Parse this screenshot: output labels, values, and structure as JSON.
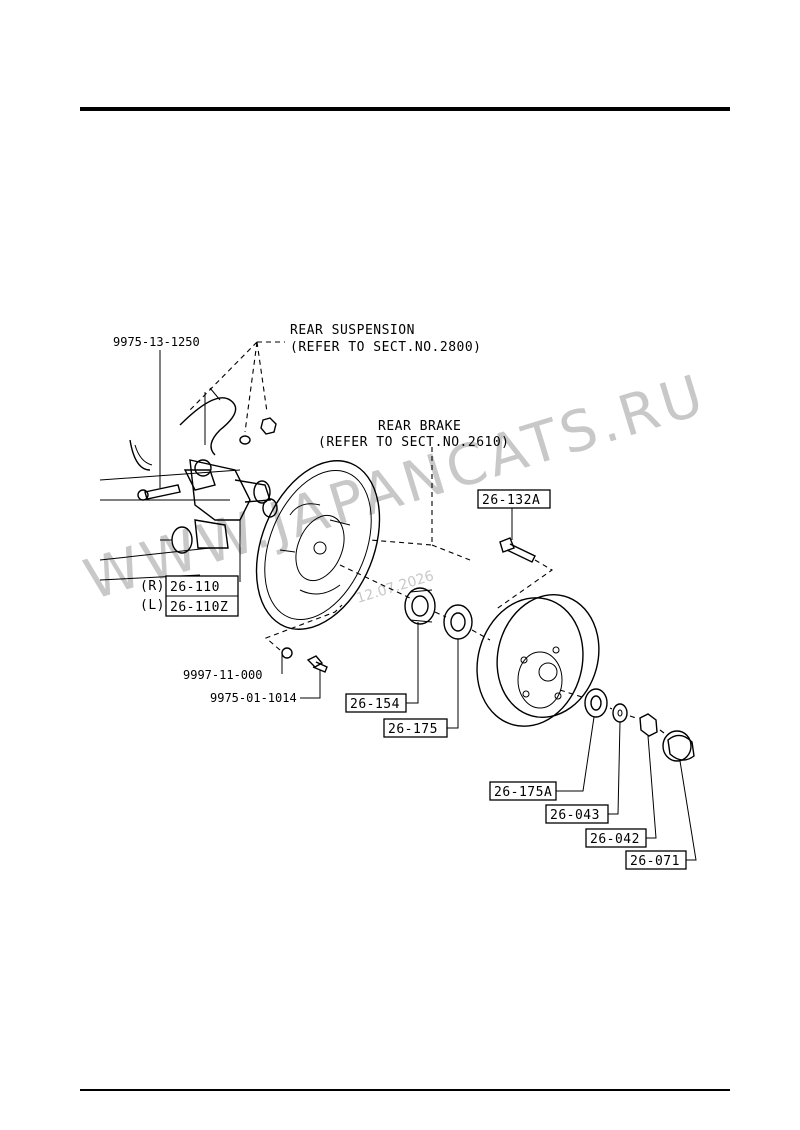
{
  "watermark": {
    "text": "WWW.JAPANCATS.RU",
    "date": "12.07.2026"
  },
  "notes": {
    "rear_suspension": {
      "line1": "REAR SUSPENSION",
      "line2": "(REFER TO SECT.NO.2800)"
    },
    "rear_brake": {
      "line1": "REAR BRAKE",
      "line2": "(REFER TO SECT.NO.2610)"
    }
  },
  "parts": {
    "bolt_top": "9975-13-1250",
    "knuckle_r_prefix": "(R)",
    "knuckle_l_prefix": "(L)",
    "knuckle_r": "26-110",
    "knuckle_l": "26-110Z",
    "washer": "9997-11-000",
    "bolt_bottom": "9975-01-1014",
    "hub_bolt": "26-132A",
    "inner_bearing": "26-154",
    "seal": "26-175",
    "outer_bearing": "26-175A",
    "washer_outer": "26-043",
    "nut": "26-042",
    "cap": "26-071"
  }
}
